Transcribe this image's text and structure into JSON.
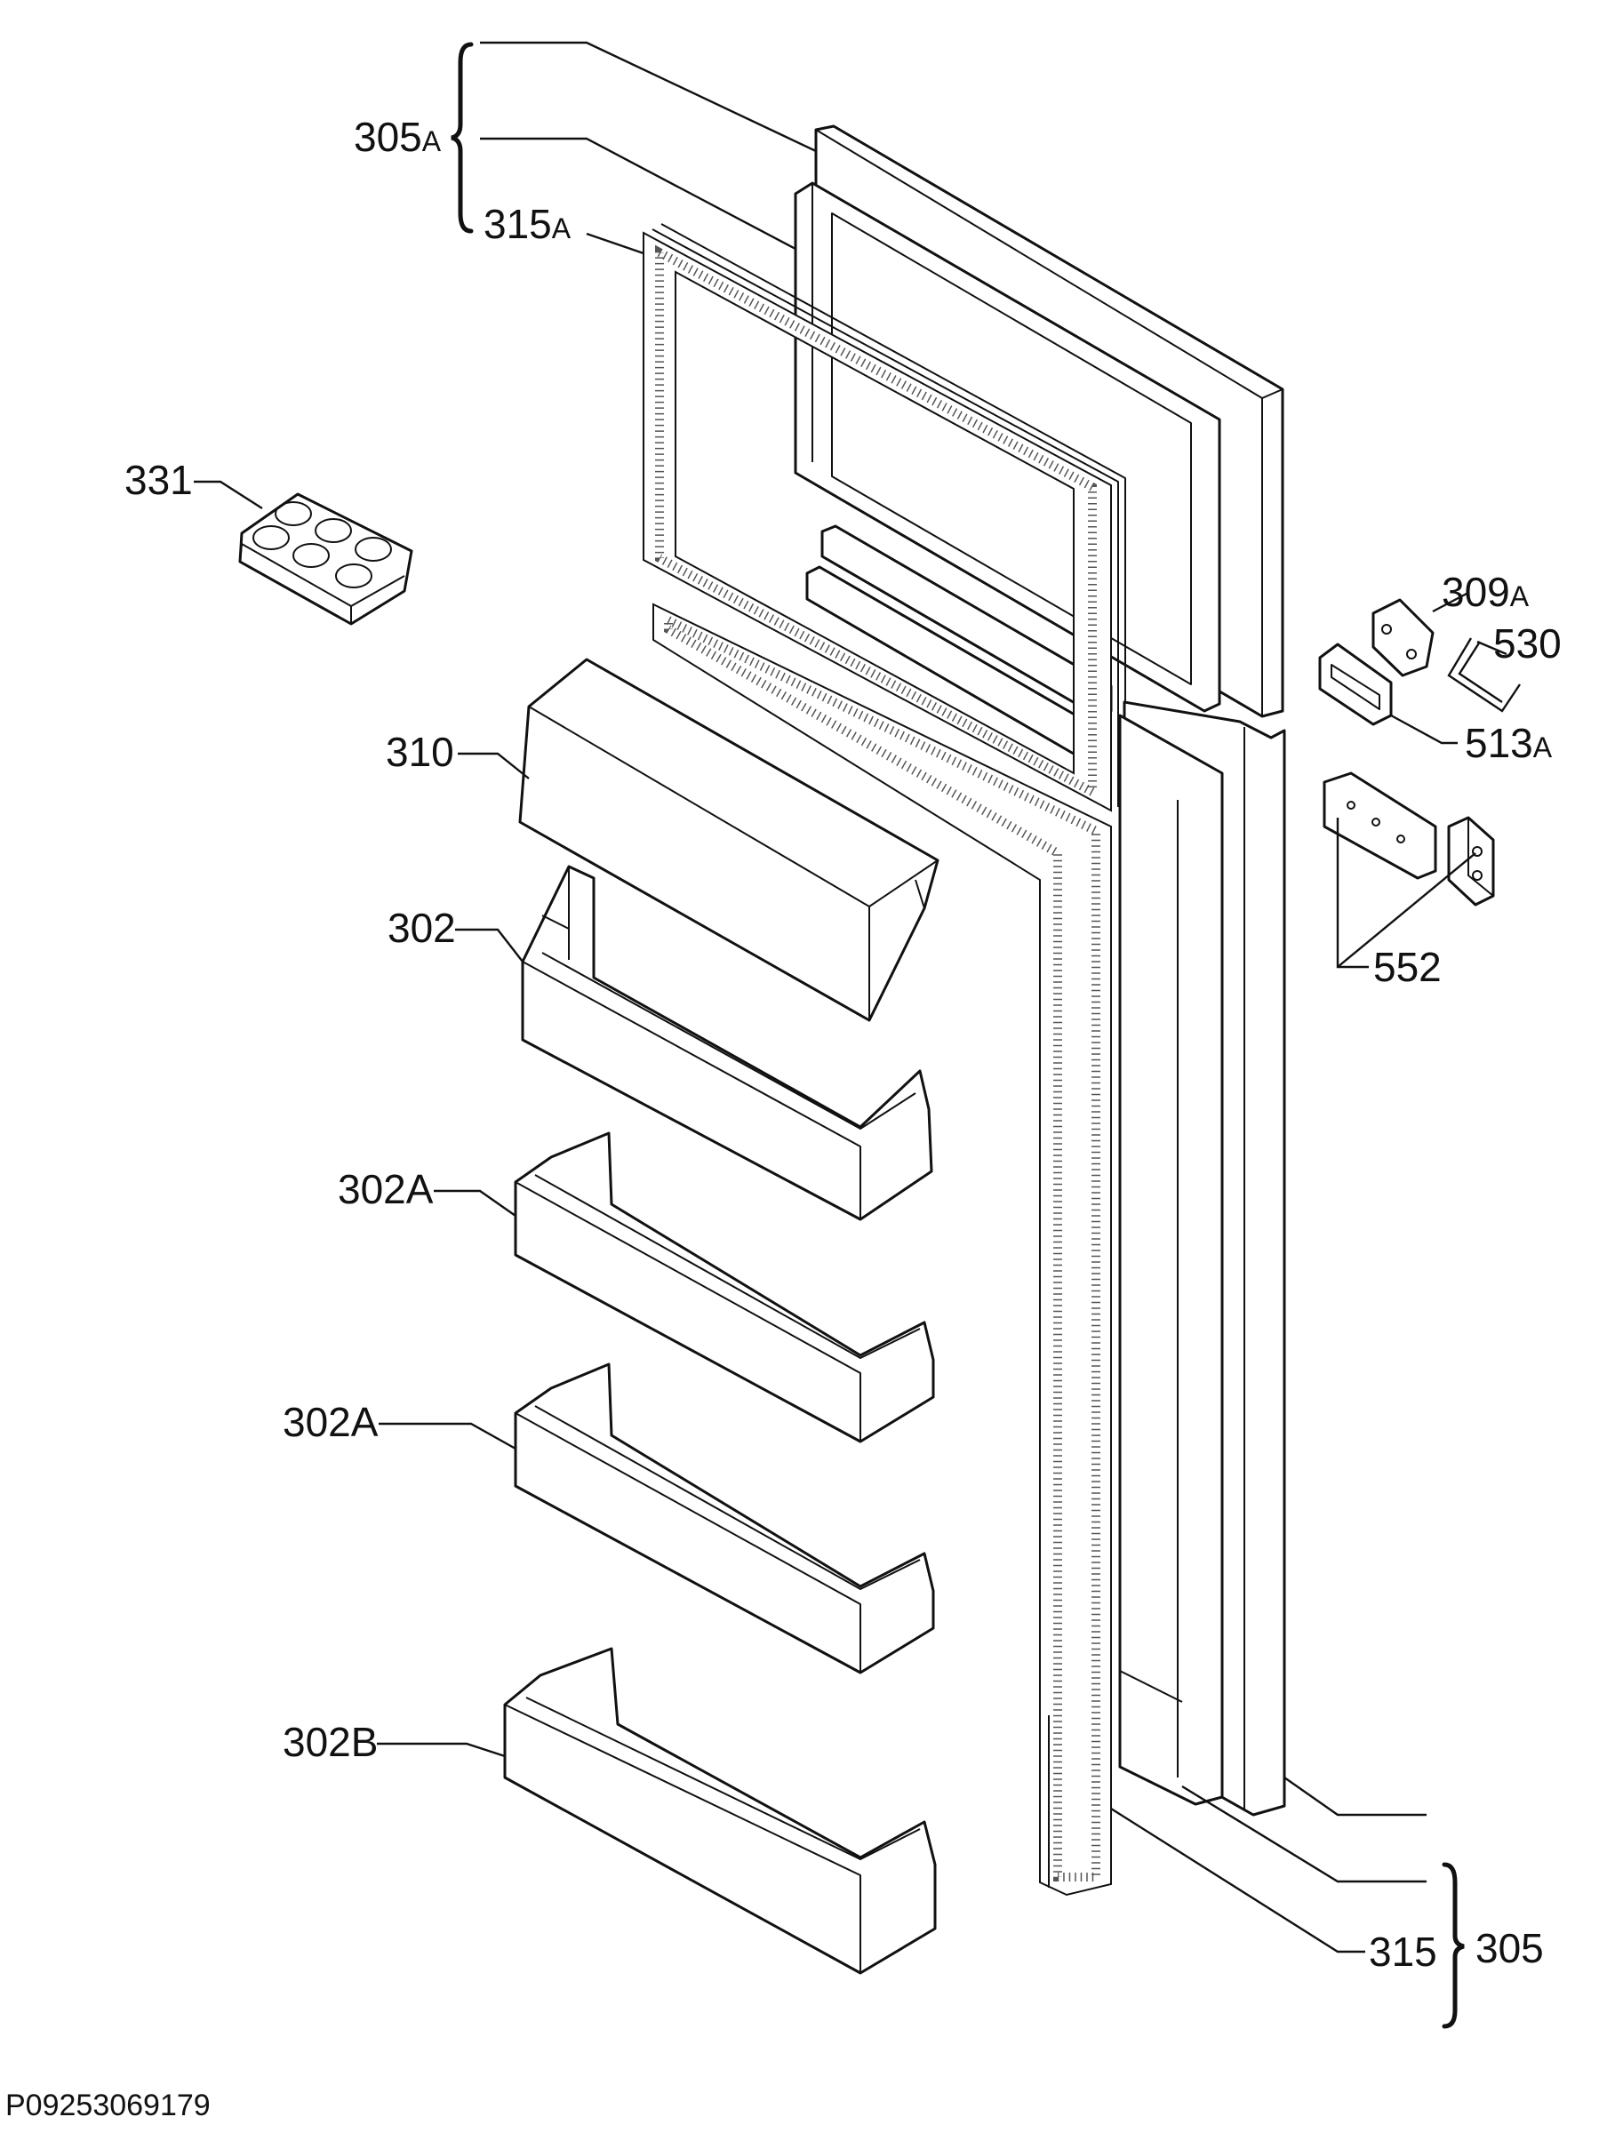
{
  "labels": {
    "p305a": {
      "main": "305",
      "sub": "A"
    },
    "p315a": {
      "main": "315",
      "sub": "A"
    },
    "p331": {
      "main": "331"
    },
    "p309a": {
      "main": "309",
      "sub": "A"
    },
    "p530": {
      "main": "530"
    },
    "p513a": {
      "main": "513",
      "sub": "A"
    },
    "p310": {
      "main": "310"
    },
    "p302": {
      "main": "302"
    },
    "p552": {
      "main": "552"
    },
    "p302a_1": {
      "main": "302A"
    },
    "p302a_2": {
      "main": "302A"
    },
    "p302b": {
      "main": "302B"
    },
    "p305": {
      "main": "305"
    },
    "p315": {
      "main": "315"
    }
  },
  "reference": "P09253069179"
}
